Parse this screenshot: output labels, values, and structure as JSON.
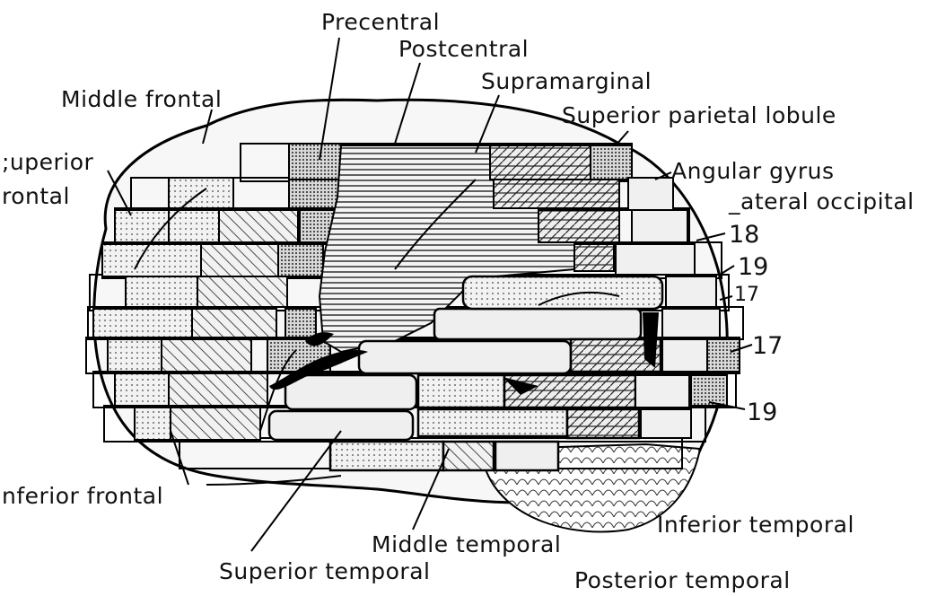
{
  "labels": {
    "precentral": "Precentral",
    "postcentral": "Postcentral",
    "supramarginal": "Supramarginal",
    "middle_frontal": "Middle frontal",
    "superior_parietal": "Superior parietal lobule",
    "superior_frontal_line1": ";uperior",
    "superior_frontal_line2": "rontal",
    "angular_gyrus": "Angular gyrus",
    "lateral_occipital": "_ateral occipital",
    "inferior_frontal": "nferior frontal",
    "middle_temporal": "Middle temporal",
    "inferior_temporal": "Inferior temporal",
    "superior_temporal": "Superior temporal",
    "posterior_temporal": "Posterior temporal"
  },
  "areas": {
    "a18": "18",
    "a19_top": "19",
    "a17_top": "17",
    "a17_mid": "17",
    "a19_bottom": "19"
  }
}
